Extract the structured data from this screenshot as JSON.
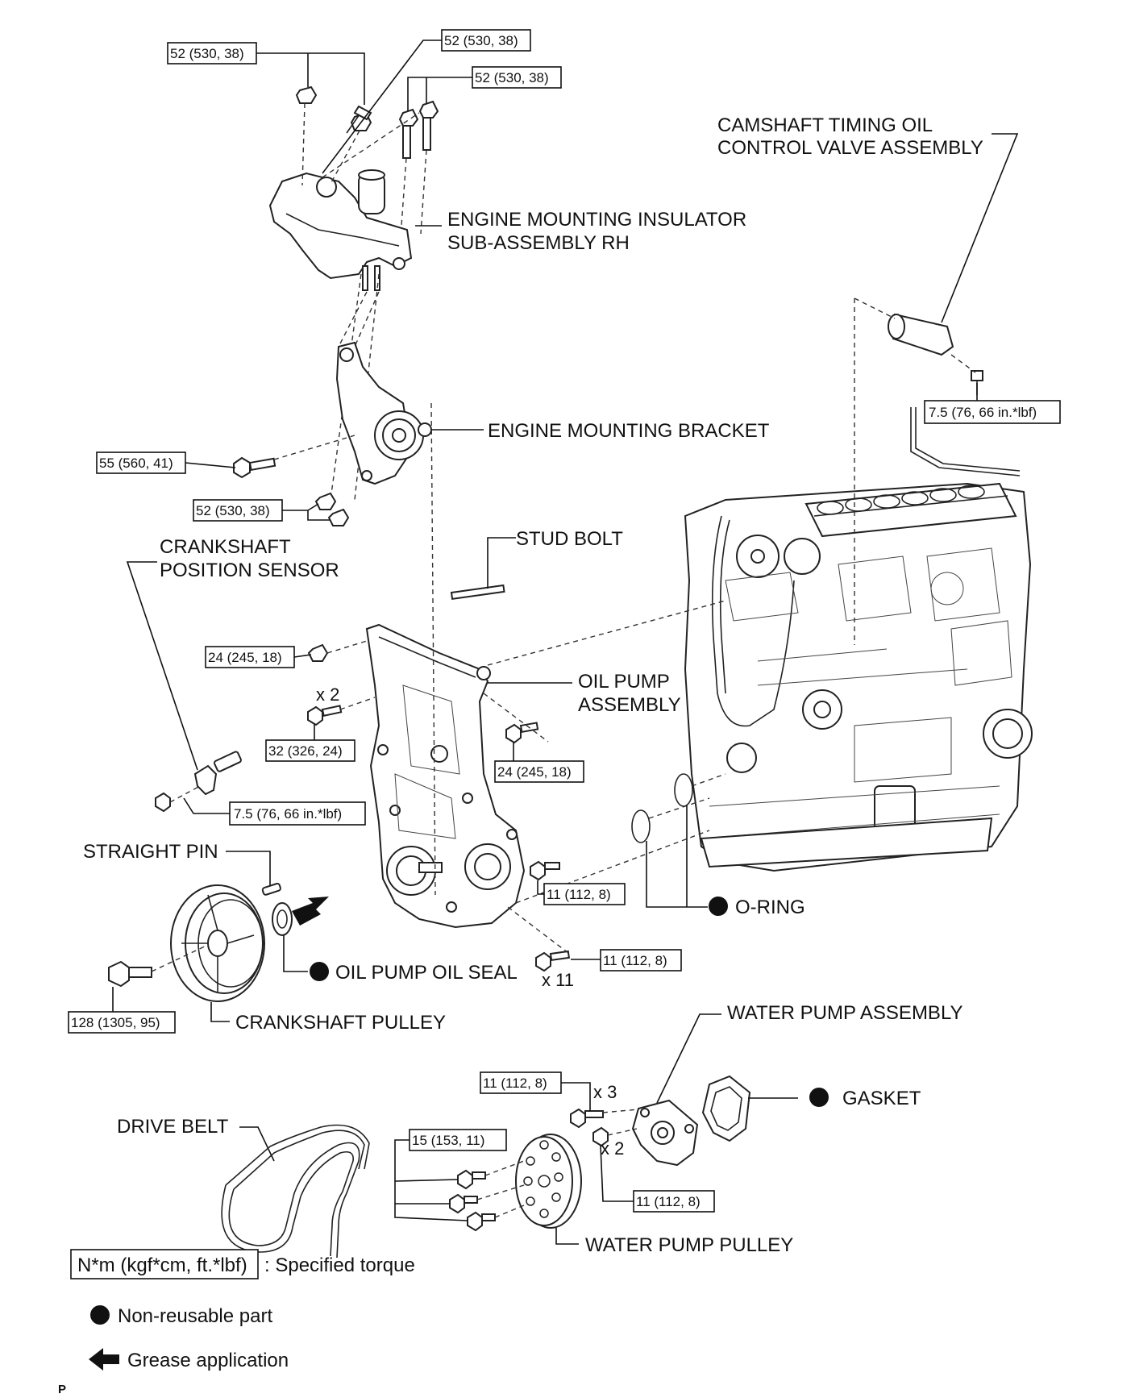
{
  "labels": {
    "camshaft_valve_l1": "CAMSHAFT TIMING OIL",
    "camshaft_valve_l2": "CONTROL VALVE ASSEMBLY",
    "insulator_l1": "ENGINE MOUNTING INSULATOR",
    "insulator_l2": "SUB-ASSEMBLY RH",
    "bracket": "ENGINE MOUNTING BRACKET",
    "stud_bolt": "STUD BOLT",
    "crank_sensor_l1": "CRANKSHAFT",
    "crank_sensor_l2": "POSITION SENSOR",
    "oil_pump_l1": "OIL PUMP",
    "oil_pump_l2": "ASSEMBLY",
    "straight_pin": "STRAIGHT PIN",
    "o_ring": "O-RING",
    "oil_seal": "OIL PUMP OIL SEAL",
    "crank_pulley": "CRANKSHAFT PULLEY",
    "water_pump": "WATER PUMP ASSEMBLY",
    "gasket": "GASKET",
    "drive_belt": "DRIVE BELT",
    "water_pump_pulley": "WATER PUMP PULLEY"
  },
  "torques": {
    "t1": "52 (530, 38)",
    "t2": "52 (530, 38)",
    "t3": "52 (530, 38)",
    "t4": "7.5 (76, 66 in.*lbf)",
    "t5": "55 (560, 41)",
    "t6": "52 (530, 38)",
    "t7": "24 (245, 18)",
    "t8": "32 (326, 24)",
    "t9": "24 (245, 18)",
    "t10": "7.5 (76, 66 in.*lbf)",
    "t11": "11 (112, 8)",
    "t12": "11 (112, 8)",
    "t13": "128 (1305, 95)",
    "t14": "11 (112, 8)",
    "t15": "15 (153, 11)",
    "t16": "11 (112, 8)"
  },
  "quantities": {
    "q1": "x 2",
    "q2": "x 11",
    "q3": "x 3",
    "q4": "x 2"
  },
  "legend": {
    "torque_unit": "N*m (kgf*cm, ft.*lbf)",
    "torque_text": ": Specified torque",
    "non_reusable": "Non-reusable part",
    "grease": "Grease application"
  },
  "corner_mark": "P"
}
